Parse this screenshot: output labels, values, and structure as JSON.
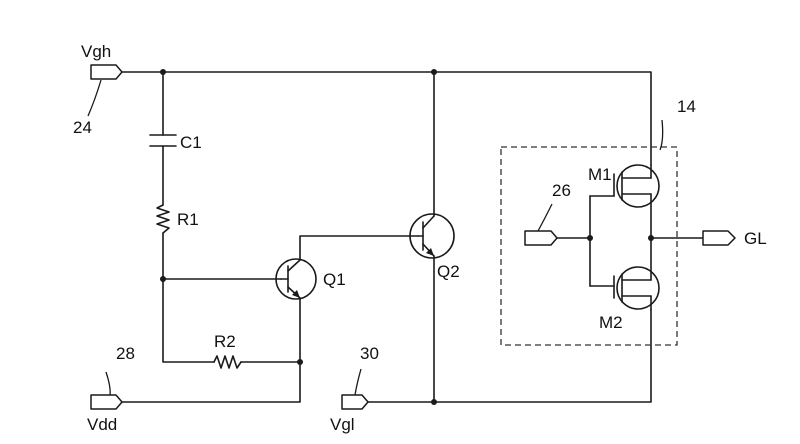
{
  "labels": {
    "vgh": "Vgh",
    "ref_24": "24",
    "c1": "C1",
    "r1": "R1",
    "r2": "R2",
    "q1": "Q1",
    "q2": "Q2",
    "ref_28": "28",
    "vdd": "Vdd",
    "ref_30": "30",
    "vgl": "Vgl",
    "ref_14": "14",
    "ref_26": "26",
    "m1": "M1",
    "m2": "M2",
    "gl": "GL"
  }
}
